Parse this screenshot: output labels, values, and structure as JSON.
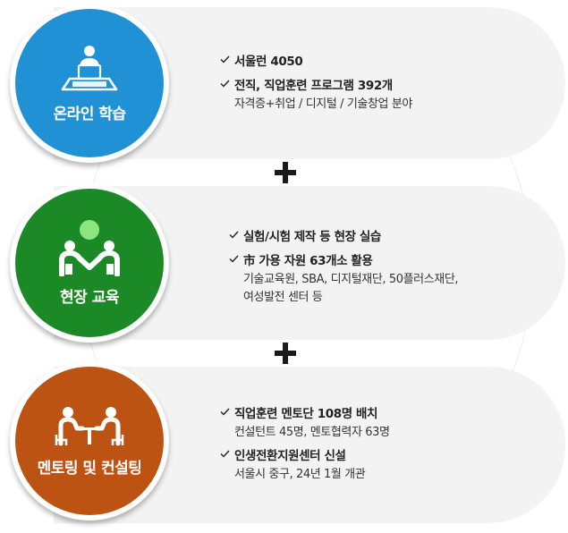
{
  "colors": {
    "online": "#2191d5",
    "field": "#1b8a26",
    "mentoring": "#bd5313",
    "band": "#f3f3f3"
  },
  "sections": [
    {
      "label": "온라인 학습",
      "icon": "laptop-user-icon",
      "items": [
        {
          "title": "서울런 4050",
          "sub": []
        },
        {
          "title": "전직, 직업훈련 프로그램 392개",
          "sub": [
            "자격증+취업 / 디지털 / 기술창업 분야"
          ]
        }
      ]
    },
    {
      "label": "현장 교육",
      "icon": "hands-on-people-icon",
      "items": [
        {
          "title": "실험/시험 제작 등 현장 실습",
          "sub": []
        },
        {
          "title": "市 가용 자원 63개소 활용",
          "sub": [
            "기술교육원, SBA, 디지털재단, 50플러스재단,",
            "여성발전 센터 등"
          ]
        }
      ]
    },
    {
      "label": "멘토링 및 컨설팅",
      "icon": "meeting-table-icon",
      "items": [
        {
          "title": "직업훈련 멘토단 108명 배치",
          "sub": [
            "컨설턴트 45명, 멘토협력자 63명"
          ]
        },
        {
          "title": "인생전환지원센터 신설",
          "sub": [
            "서울시 중구, 24년 1월 개관"
          ]
        }
      ]
    }
  ]
}
